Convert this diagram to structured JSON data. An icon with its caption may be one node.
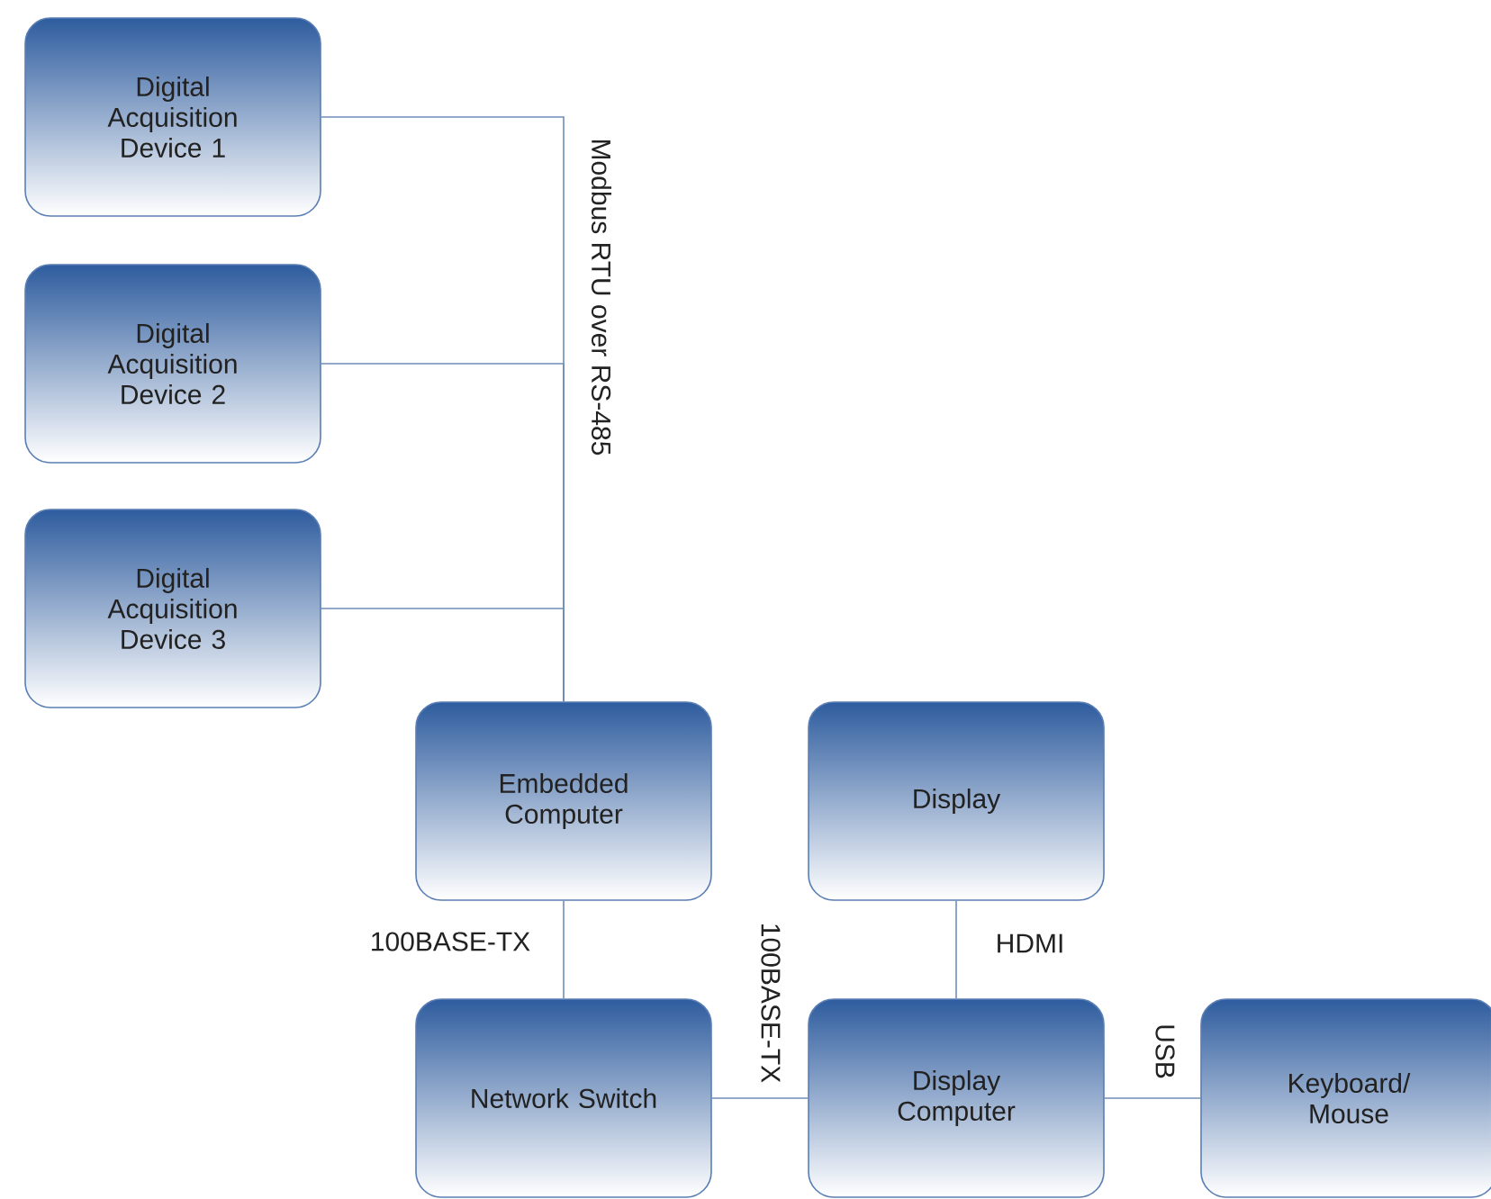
{
  "diagram": {
    "nodes": [
      {
        "text": [
          "Digital Acquisition Device 1"
        ]
      },
      {
        "text": [
          "Digital Acquisition Device 2"
        ]
      },
      {
        "text": [
          "Digital Acquisition Device 3"
        ]
      },
      {
        "text": [
          "Embedded Computer"
        ]
      },
      {
        "text": [
          "Display"
        ]
      },
      {
        "text": [
          "Network Switch"
        ]
      },
      {
        "text": [
          "Display Computer"
        ]
      },
      {
        "text": [
          "Keyboard/ Mouse"
        ]
      }
    ],
    "edges": [
      {
        "from": 0,
        "to": 3,
        "arrow": "none",
        "label": "Modbus RTU over RS-485"
      },
      {
        "from": 1,
        "to": 3,
        "arrow": "none"
      },
      {
        "from": 2,
        "to": 3,
        "arrow": "none"
      },
      {
        "from": 3,
        "to": 5,
        "arrow": "none",
        "label": "100BASE-TX"
      },
      {
        "from": 5,
        "to": 6,
        "arrow": "none",
        "label": "100BASE-TX"
      },
      {
        "from": 4,
        "to": 6,
        "arrow": "none",
        "label": "HDMI"
      },
      {
        "from": 6,
        "to": 7,
        "arrow": "none",
        "label": "USB"
      }
    ]
  }
}
